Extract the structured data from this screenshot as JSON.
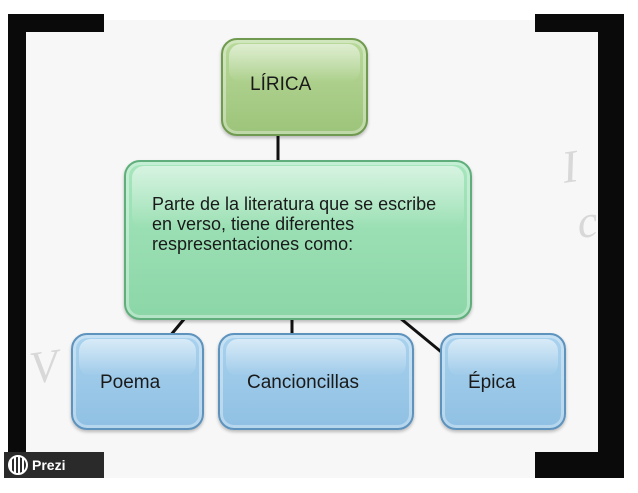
{
  "diagram": {
    "root": {
      "text": "LÍRICA"
    },
    "definition": {
      "text": "Parte de la literatura que se escribe en verso, tiene diferentes respresentaciones como:"
    },
    "children": [
      {
        "text": "Poema"
      },
      {
        "text": "Cancioncillas"
      },
      {
        "text": "Épica"
      }
    ]
  },
  "branding": {
    "name": "Prezi",
    "icon": "prezi-logo-icon"
  },
  "colors": {
    "root_fill": "#a9cf87",
    "definition_fill": "#98dfb2",
    "child_fill": "#9ccbe9",
    "connector": "#111111"
  }
}
